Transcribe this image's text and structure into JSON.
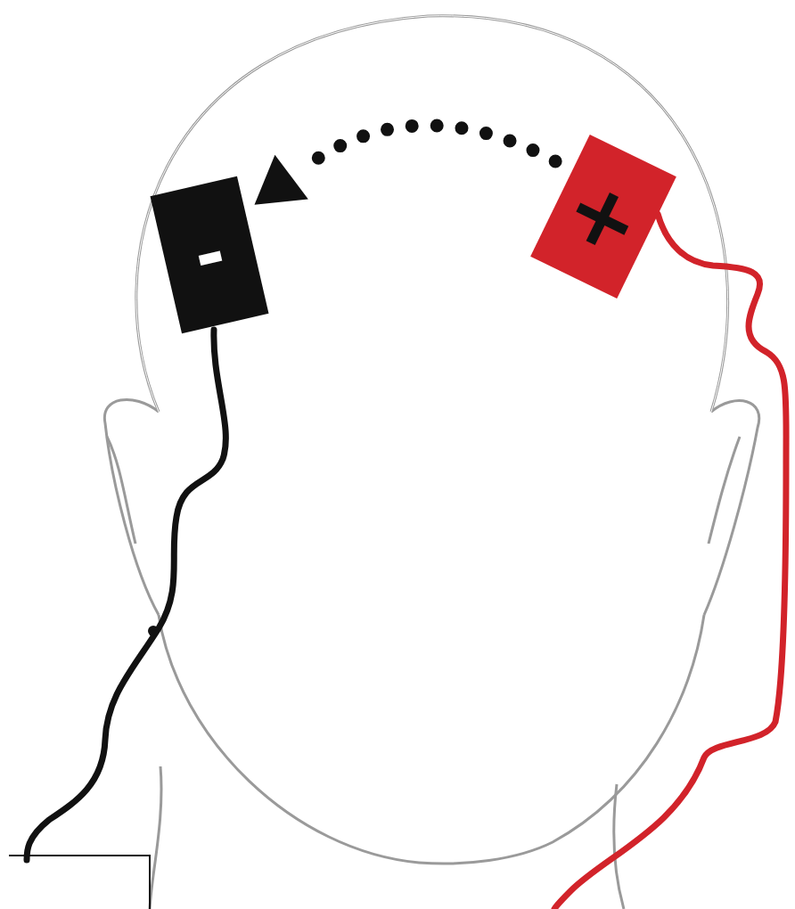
{
  "diagram": {
    "nodes": [
      {
        "text": [
          "-"
        ]
      },
      {
        "text": [
          "+"
        ]
      }
    ],
    "edges": [
      {
        "from": 1,
        "to": 0,
        "arrow": "to"
      }
    ]
  }
}
